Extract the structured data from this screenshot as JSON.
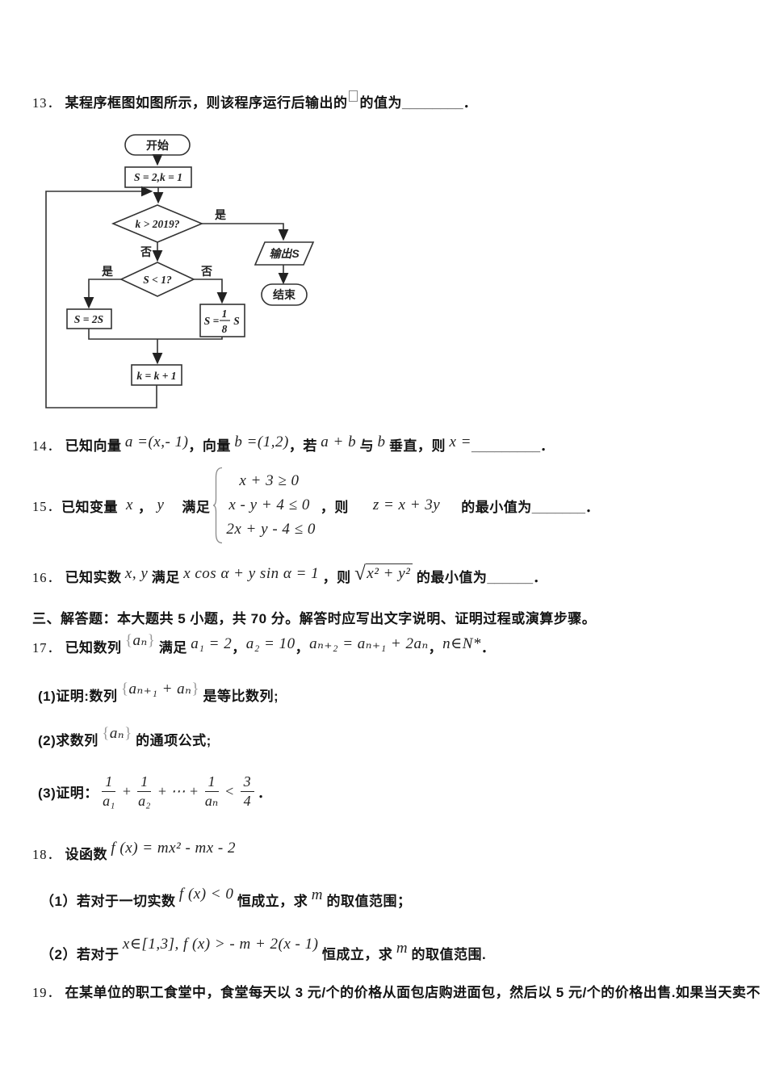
{
  "sym": {
    "lb": "{",
    "rb": "}"
  },
  "q13": {
    "number": "13．",
    "text_before": "某程序框图如图所示，则该程序运行后输出的",
    "text_after": "的值为",
    "blank": "________．"
  },
  "flowchart": {
    "start": "开始",
    "init": "S = 2,k = 1",
    "cond1": "k > 2019?",
    "yes1": "是",
    "no1": "否",
    "output": "输出S",
    "end": "结束",
    "cond2": "S < 1?",
    "yes2": "是",
    "no2": "否",
    "assign_yes": "S = 2S",
    "assign_no_pre": "S =",
    "assign_no_num": "1",
    "assign_no_den": "8",
    "assign_no_post": "S",
    "inc": "k = k + 1"
  },
  "q14": {
    "number": "14．",
    "t1": "已知向量",
    "m1": "a =(x,- 1)",
    "t2": "，向量",
    "m2": "b =(1,2)",
    "t3": "，若",
    "m3": "a + b",
    "t4": "与",
    "m4": "b",
    "t5": "垂直，则",
    "m5": "x =",
    "blank": "_________．"
  },
  "q15": {
    "number": "15．",
    "t1": "已知变量",
    "v1": "x",
    "comma": "，",
    "v2": "y",
    "t2": "满足",
    "constraints": [
      "x + 3 ≥ 0",
      "x - y + 4 ≤ 0",
      "2x + y - 4 ≤ 0"
    ],
    "t3": "，则",
    "obj": "z = x + 3y",
    "t4": "的最小值为",
    "blank": "_______．"
  },
  "q16": {
    "number": "16．",
    "t1": "已知实数",
    "m1": "x, y",
    "t2": "满足",
    "m2": "x cos α + y sin α = 1",
    "t3": "，则",
    "rad_body": "x² + y²",
    "t4": "的最小值为",
    "blank": "______．"
  },
  "section3": {
    "title": "三、解答题：本大题共 5 小题，共 70 分。解答时应写出文字说明、证明过程或演算步骤。"
  },
  "q17": {
    "number": "17．",
    "t1": "已知数列",
    "seq1": "aₙ",
    "t2": "满足",
    "m1": "a₁ = 2",
    "c1": "，",
    "m2": "a₂ = 10",
    "c2": "，",
    "m3": "aₙ₊₂ = aₙ₊₁ + 2aₙ",
    "c3": "，",
    "m4": "n∈N*",
    "dot": "．",
    "p1": {
      "t1": "(1)证明:数列",
      "seq": "aₙ₊₁ + aₙ",
      "t2": "是等比数列;"
    },
    "p2": {
      "t1": "(2)求数列",
      "seq": "aₙ",
      "t2": "的通项公式;"
    },
    "p3": {
      "t1": "(3)证明：",
      "f1n": "1",
      "f1d": "a₁",
      "op1": "+",
      "f2n": "1",
      "f2d": "a₂",
      "op2": "+ ⋯ +",
      "f3n": "1",
      "f3d": "aₙ",
      "op3": "<",
      "f4n": "3",
      "f4d": "4",
      "end": "．"
    }
  },
  "q18": {
    "number": "18．",
    "t1": "设函数",
    "m1": "f (x) = mx² - mx - 2",
    "p1": {
      "t1": "（1）若对于一切实数",
      "m1": "f (x) < 0",
      "t2": "恒成立，求",
      "m2": "m",
      "t3": "的取值范围；"
    },
    "p2": {
      "t1": "（2）若对于",
      "m1": "x∈[1,3], f (x) > - m + 2(x - 1)",
      "t2": "恒成立，求",
      "m2": "m",
      "t3": "的取值范围."
    }
  },
  "q19": {
    "number": "19．",
    "t1": "在某单位的职工食堂中，食堂每天以 3 元/个的价格从面包店购进面包，然后以 5 元/个的价格出售.如果当天卖不"
  }
}
